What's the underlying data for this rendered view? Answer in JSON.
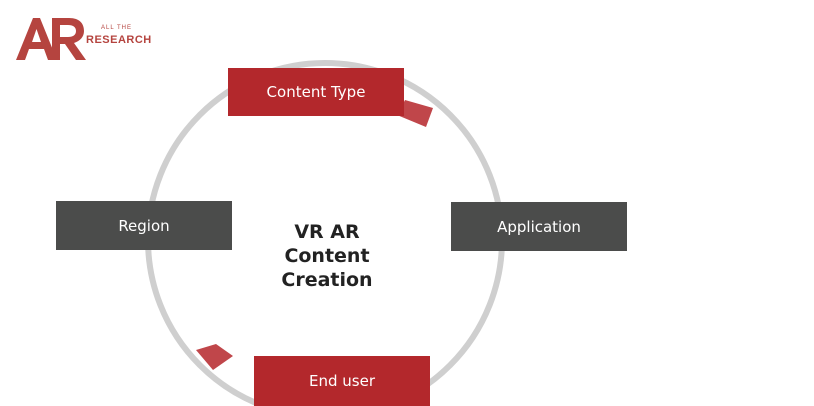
{
  "logo": {
    "mark": "AR",
    "small_text": "ALL THE",
    "big_text": "RESEARCH",
    "color": "#b5443f"
  },
  "diagram": {
    "center_lines": [
      "VR AR",
      "Content",
      "Creation"
    ],
    "nodes": {
      "top": "Content Type",
      "right": "Application",
      "bottom": "End user",
      "left": "Region"
    },
    "colors": {
      "red": "#b3282c",
      "gray": "#4b4c4b",
      "circle": "#cfcfcf",
      "arrow": "#c0464a"
    }
  }
}
